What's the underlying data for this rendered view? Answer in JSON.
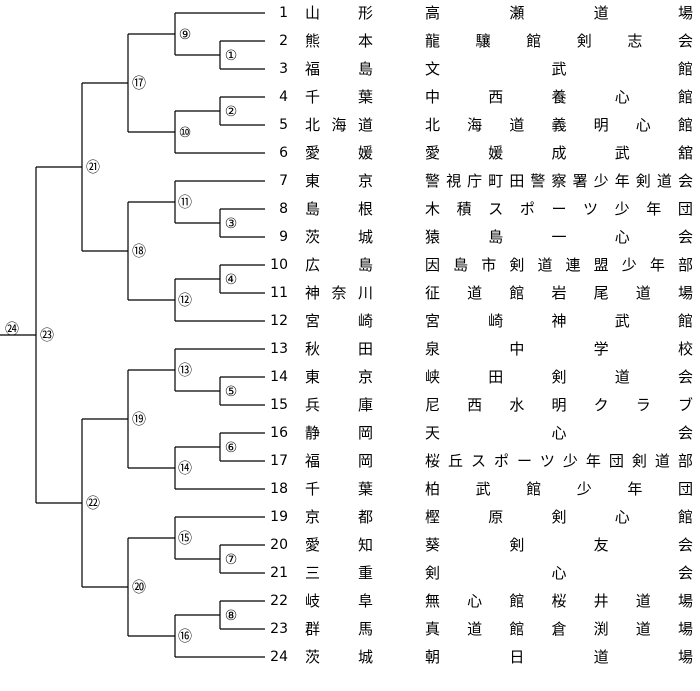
{
  "entries": [
    {
      "no": "1",
      "pref": "山 形",
      "team": "高瀬道場"
    },
    {
      "no": "2",
      "pref": "熊 本",
      "team": "龍驤館剣志会"
    },
    {
      "no": "3",
      "pref": "福 島",
      "team": "文武館"
    },
    {
      "no": "4",
      "pref": "千 葉",
      "team": "中西養心館"
    },
    {
      "no": "5",
      "pref": "北海道",
      "team": "北海道義明心館"
    },
    {
      "no": "6",
      "pref": "愛 媛",
      "team": "愛媛成武舘"
    },
    {
      "no": "7",
      "pref": "東 京",
      "team": "警視庁町田警察署少年剣道会"
    },
    {
      "no": "8",
      "pref": "島 根",
      "team": "木積スポーツ少年団"
    },
    {
      "no": "9",
      "pref": "茨 城",
      "team": "猿島一心会"
    },
    {
      "no": "10",
      "pref": "広 島",
      "team": "因島市剣道連盟少年部"
    },
    {
      "no": "11",
      "pref": "神奈川",
      "team": "征道館岩尾道場"
    },
    {
      "no": "12",
      "pref": "宮 崎",
      "team": "宮崎神武館"
    },
    {
      "no": "13",
      "pref": "秋 田",
      "team": "泉中学校"
    },
    {
      "no": "14",
      "pref": "東 京",
      "team": "峡田剣道会"
    },
    {
      "no": "15",
      "pref": "兵 庫",
      "team": "尼西水明クラブ"
    },
    {
      "no": "16",
      "pref": "静 岡",
      "team": "天心会"
    },
    {
      "no": "17",
      "pref": "福 岡",
      "team": "桜丘スポーツ少年団剣道部"
    },
    {
      "no": "18",
      "pref": "千 葉",
      "team": "柏武館少年団"
    },
    {
      "no": "19",
      "pref": "京 都",
      "team": "樫原剣心館"
    },
    {
      "no": "20",
      "pref": "愛 知",
      "team": "葵剣友会"
    },
    {
      "no": "21",
      "pref": "三 重",
      "team": "剣心会"
    },
    {
      "no": "22",
      "pref": "岐 阜",
      "team": "無心館桜井道場"
    },
    {
      "no": "23",
      "pref": "群 馬",
      "team": "真道館倉渕道場"
    },
    {
      "no": "24",
      "pref": "茨 城",
      "team": "朝日道場"
    }
  ],
  "match_labels": [
    "①",
    "②",
    "③",
    "④",
    "⑤",
    "⑥",
    "⑦",
    "⑧",
    "⑨",
    "⑩",
    "⑪",
    "⑫",
    "⑬",
    "⑭",
    "⑮",
    "⑯",
    "⑰",
    "⑱",
    "⑲",
    "⑳",
    "㉑",
    "㉒",
    "㉓",
    "㉔"
  ],
  "colors": {
    "line": "#000000",
    "text": "#000000"
  }
}
